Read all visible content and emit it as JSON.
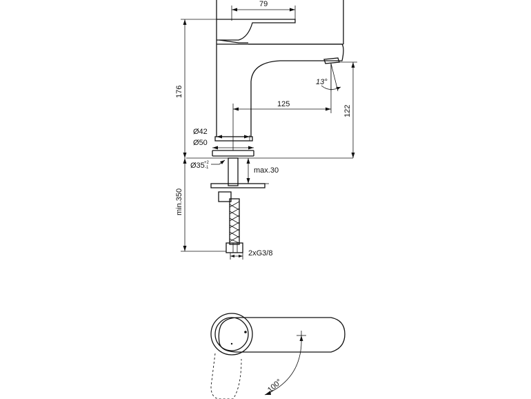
{
  "front_view": {
    "dims": {
      "lever_width": "79",
      "total_height": "176",
      "spout_reach": "125",
      "spout_height": "122",
      "spout_angle": "13°",
      "base_diameter_inner": "Ø42",
      "base_diameter_outer": "Ø50",
      "hole_diameter": "Ø35",
      "hole_tol_plus": "+2",
      "hole_tol_minus": "-1",
      "deck_thickness": "max.30",
      "hose_length": "min.350",
      "connection": "2xG3/8"
    }
  },
  "top_view": {
    "dims": {
      "lever_rotation": "100°"
    }
  }
}
